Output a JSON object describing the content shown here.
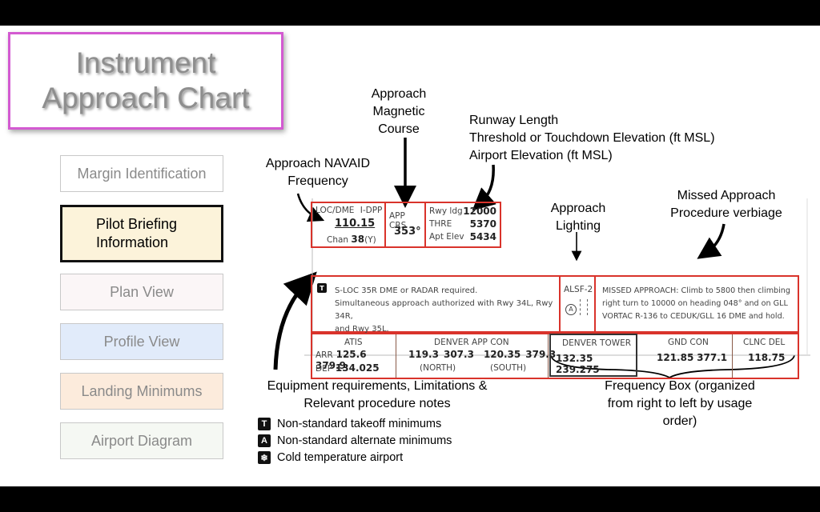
{
  "title": "Instrument Approach Chart",
  "sidebar": {
    "items": [
      {
        "label": "Margin Identification",
        "bg": "#ffffff"
      },
      {
        "label": "Pilot Briefing Information",
        "bg": "#fcf3da"
      },
      {
        "label": "Plan View",
        "bg": "#fbf6f7"
      },
      {
        "label": "Profile View",
        "bg": "#e1ebfa"
      },
      {
        "label": "Landing Minimums",
        "bg": "#fcebdc"
      },
      {
        "label": "Airport Diagram",
        "bg": "#f5f8f3"
      }
    ]
  },
  "callouts": {
    "navaid": "Approach NAVAID Frequency",
    "course": "Approach Magnetic Course",
    "runway": "Runway Length\nThreshold or Touchdown Elevation (ft MSL)\nAirport Elevation (ft MSL)",
    "lighting": "Approach Lighting",
    "missed": "Missed Approach Procedure verbiage",
    "equipment": "Equipment requirements, Limitations & Relevant procedure notes",
    "frequency": "Frequency Box (organized from right to left by usage order)"
  },
  "legend": [
    {
      "icon": "T",
      "text": "Non-standard takeoff minimums"
    },
    {
      "icon": "A",
      "text": "Non-standard alternate minimums"
    },
    {
      "icon": "❄",
      "text": "Cold temperature airport"
    }
  ],
  "chart": {
    "loc": {
      "label": "LOC/DME",
      "ident": "I-DPP",
      "freq": "110.15",
      "chan_label": "Chan",
      "chan": "38",
      "chan_suffix": "(Y)"
    },
    "crs": {
      "label": "APP CRS",
      "value": "353°"
    },
    "rwy": {
      "ldg_label": "Rwy ldg",
      "ldg": "12000",
      "thre_label": "THRE",
      "thre": "5370",
      "elev_label": "Apt Elev",
      "elev": "5434"
    },
    "notes": {
      "icon": "T",
      "line1": "S-LOC 35R DME or RADAR required.",
      "line2": "Simultaneous approach authorized with Rwy 34L, Rwy 34R,",
      "line3": "and Rwy 35L."
    },
    "alsf": {
      "label": "ALSF-2",
      "circle": "A"
    },
    "missed": {
      "line1": "MISSED APPROACH:  Climb to 5800 then climbing",
      "line2": "right turn to 10000 on heading 048° and on GLL",
      "line3": "VORTAC R-136 to CEDUK/GLL 16 DME and hold."
    },
    "atis": {
      "label": "ATIS",
      "arr_label": "ARR",
      "arr1": "125.6",
      "arr2": "379.9",
      "dep_label": "DEP",
      "dep": "134.025"
    },
    "denver_app": {
      "label": "DENVER APP CON",
      "f1": "119.3",
      "f2": "307.3",
      "f3": "120.35",
      "f4": "379.3",
      "north": "(NORTH)",
      "south": "(SOUTH)"
    },
    "tower": {
      "label": "DENVER TOWER",
      "f1": "132.35",
      "f2": "239.275"
    },
    "gnd": {
      "label": "GND CON",
      "f1": "121.85",
      "f2": "377.1"
    },
    "clnc": {
      "label": "CLNC DEL",
      "f1": "118.75"
    }
  },
  "colors": {
    "accent_red": "#d9332b",
    "title_border": "#d35ad1",
    "box_border": "#8a5a48"
  }
}
